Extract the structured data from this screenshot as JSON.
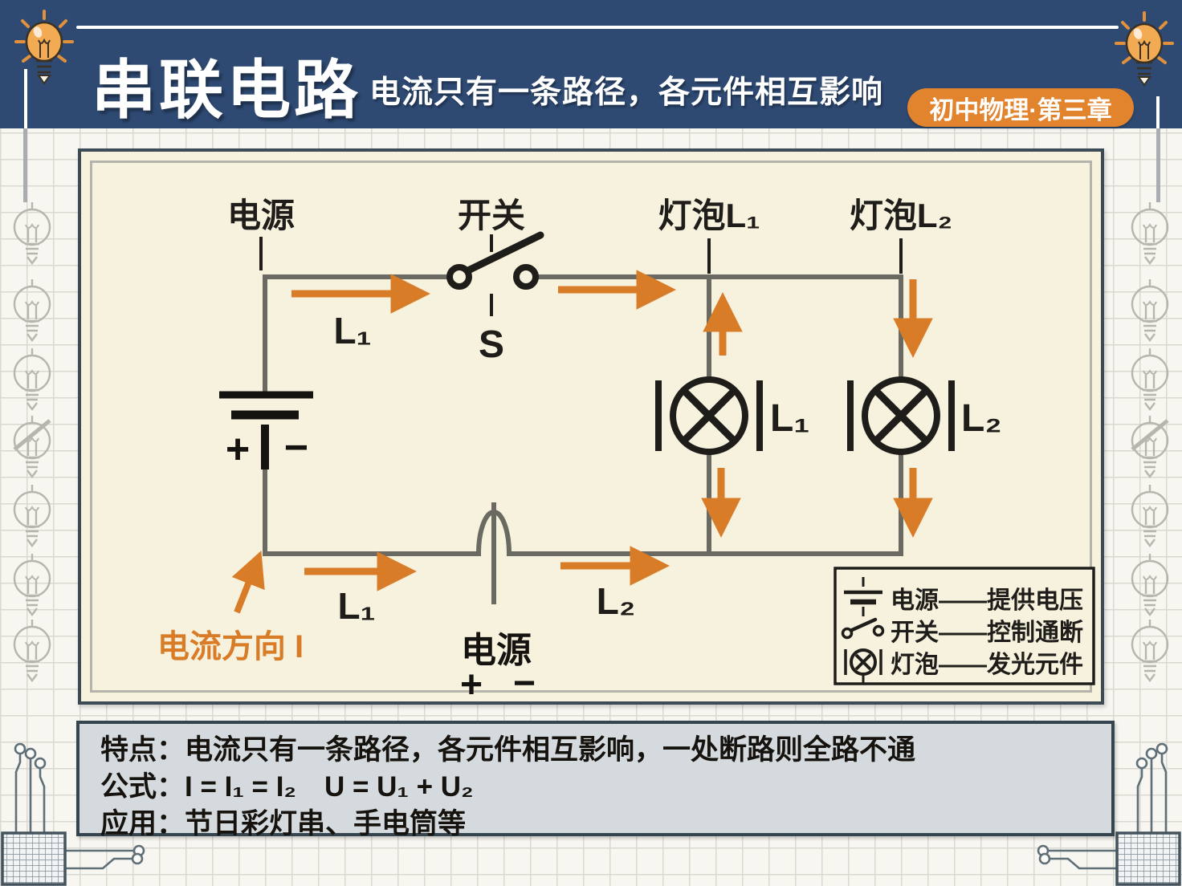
{
  "header": {
    "title": "串联电路",
    "subtitle": "电流只有一条路径，各元件相互影响",
    "badge": "初中物理·第三章"
  },
  "circuit": {
    "labels": {
      "power_top": "电源",
      "switch_top": "开关",
      "bulb1_top": "灯泡L₁",
      "bulb2_top": "灯泡L₂",
      "switch_name": "S",
      "plus": "+",
      "minus": "−",
      "wire_top_left": "L₁",
      "bulb1_side": "L₁",
      "bulb2_side": "L₂",
      "wire_bottom_left": "L₁",
      "wire_bottom_mid": "L₂",
      "current_direction": "电流方向 I",
      "power_bottom": "电源"
    },
    "legend": {
      "rows": [
        {
          "icon": "battery-icon",
          "text": "电源——提供电压"
        },
        {
          "icon": "switch-icon",
          "text": "开关——控制通断"
        },
        {
          "icon": "bulb-icon",
          "text": "灯泡——发光元件"
        }
      ]
    }
  },
  "info_box": {
    "feature_line": "特点：电流只有一条路径，各元件相互影响，一处断路则全路不通",
    "formula_line": "公式：I = I₁ = I₂　U = U₁ + U₂",
    "application_line": "应用：节日彩灯串、手电筒等"
  },
  "colors": {
    "header_bg": "#2e4a73",
    "badge_bg": "#e2832e",
    "panel_bg": "#f7f2de",
    "wire_gray": "#6a6a63",
    "arrow_orange": "#d97c28",
    "ink_black": "#1f1d1a",
    "info_bg": "#d4dadd"
  }
}
